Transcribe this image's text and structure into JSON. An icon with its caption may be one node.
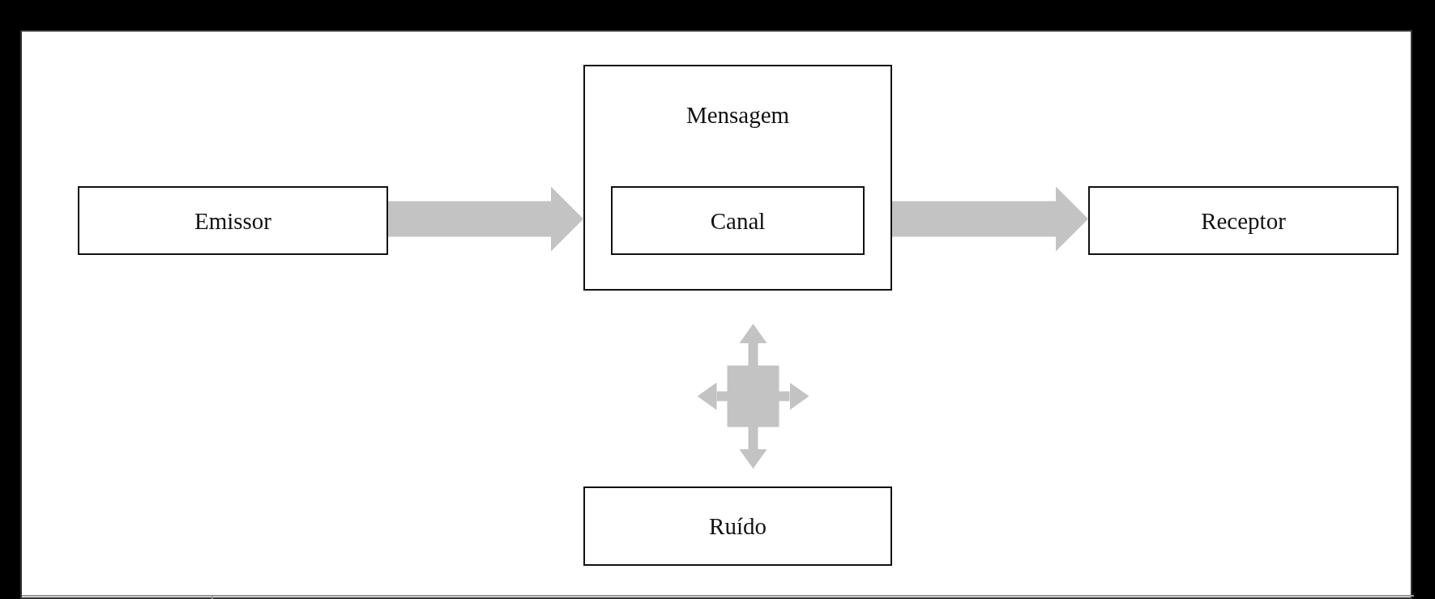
{
  "diagram": {
    "nodes": [
      {
        "text": [
          "Emissor"
        ]
      },
      {
        "text": [
          "Mensagem"
        ]
      },
      {
        "text": [
          "Canal"
        ],
        "in": 1
      },
      {
        "text": [
          "Receptor"
        ]
      },
      {
        "text": [
          "Ruído"
        ]
      }
    ],
    "edges": [
      {
        "from": 0,
        "to": 1,
        "arrow": "to"
      },
      {
        "from": 1,
        "to": 3,
        "arrow": "to"
      },
      {
        "from": 4,
        "to": 1,
        "arrow": "both"
      }
    ]
  }
}
